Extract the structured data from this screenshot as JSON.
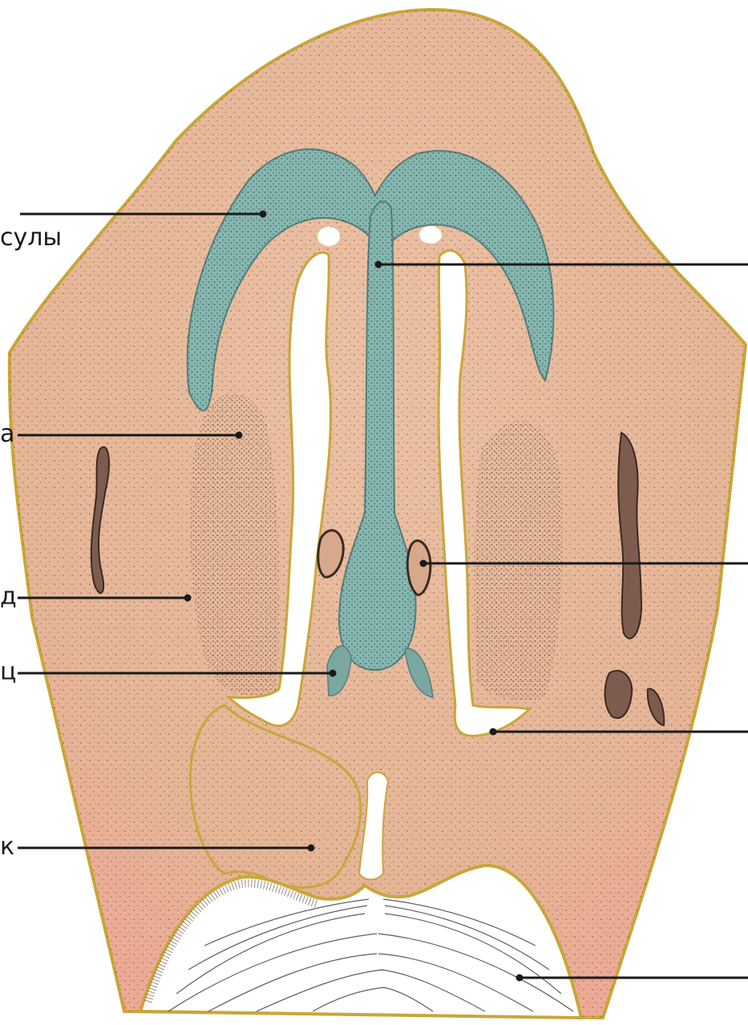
{
  "figure": {
    "colors": {
      "background": "#ffffff",
      "tissue_fill": "#e6b596",
      "tissue_fill_light": "#f0c9ad",
      "tissue_edge": "#c9a63a",
      "cartilage_fill": "#86b7b1",
      "cartilage_edge": "#557f7a",
      "cavity_fill": "#ffffff",
      "stipple": "#3a2a22",
      "leader": "#1a1a1a"
    },
    "labels": {
      "left_1": "сулы",
      "left_2": "а",
      "left_3": "д",
      "left_4": "ц",
      "left_5": "к"
    },
    "structures": [
      "cartilaginous-nasal-capsule",
      "nasal-septum-cartilage",
      "nasal-cavity-left",
      "nasal-cavity-right",
      "vomeronasal-organ-right",
      "vomeronasal-organ-left",
      "oral-cavity-connection",
      "tongue",
      "palatine-shelf-left",
      "palatine-shelf-right",
      "developing-bone-left",
      "developing-bone-right"
    ]
  }
}
